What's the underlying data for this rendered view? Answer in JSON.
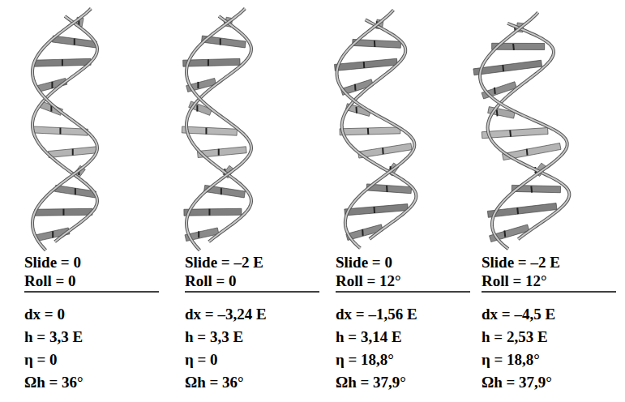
{
  "diagram": {
    "labels": [
      "Slide = 0",
      "Roll = 0",
      "dx = 0",
      "h = 3,3 E",
      "η = 0",
      "Ωh = 36°",
      "Slide = –2 E",
      "Roll = 0",
      "dx = –3,24 E",
      "h = 3,3 E",
      "η = 0",
      "Ωh = 36°",
      "Slide = 0",
      "Roll = 12°",
      "dx = –1,56 E",
      "h = 3,14 E",
      "η = 18,8°",
      "Ωh = 37,9°",
      "Slide = –2 E",
      "Roll = 12°",
      "dx = –4,5 E",
      "h = 2,53 E",
      "η = 18,8°",
      "Ωh = 37,9°"
    ]
  }
}
